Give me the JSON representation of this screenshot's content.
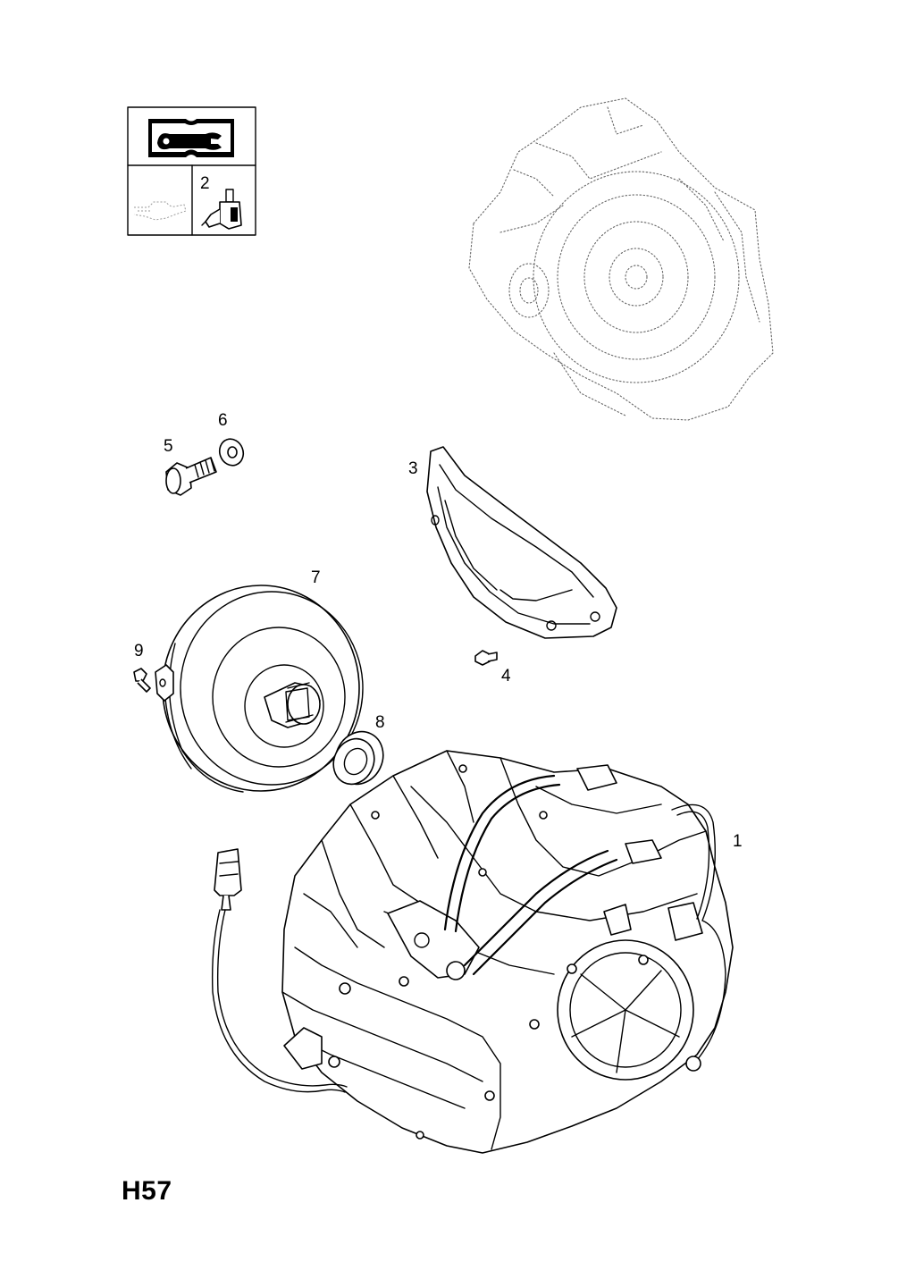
{
  "page": {
    "code": "H57"
  },
  "legend": {
    "item_label": "2"
  },
  "callouts": [
    {
      "id": "1",
      "label": "1"
    },
    {
      "id": "3",
      "label": "3"
    },
    {
      "id": "4",
      "label": "4"
    },
    {
      "id": "5",
      "label": "5"
    },
    {
      "id": "6",
      "label": "6"
    },
    {
      "id": "7",
      "label": "7"
    },
    {
      "id": "8",
      "label": "8"
    },
    {
      "id": "9",
      "label": "9"
    }
  ],
  "icons": {
    "manual": "service-manual-wrench-icon",
    "dipstick": "oil-dipstick-icon",
    "sensor": "speed-sensor-icon"
  }
}
